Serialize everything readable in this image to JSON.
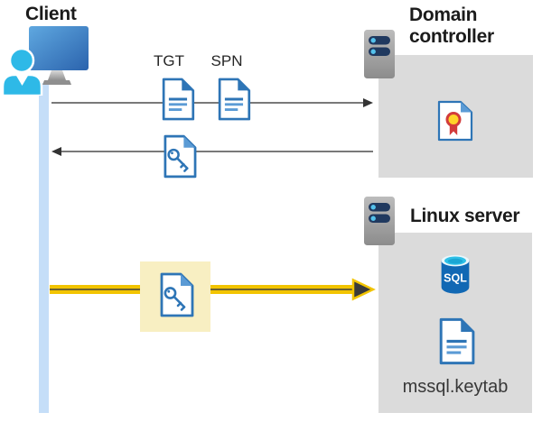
{
  "client": {
    "label": "Client"
  },
  "domain_controller": {
    "label": "Domain controller"
  },
  "linux_server": {
    "label": "Linux server",
    "sql_badge": "SQL",
    "keytab_label": "mssql.keytab"
  },
  "tickets": {
    "tgt_label": "TGT",
    "spn_label": "SPN"
  },
  "icons": [
    "client-computer-icon",
    "domain-controller-server-icon",
    "linux-server-icon",
    "tgt-ticket-icon",
    "spn-ticket-icon",
    "key-ticket-icon",
    "highlighted-key-ticket-icon",
    "certificate-icon",
    "sql-database-icon",
    "keytab-file-icon"
  ],
  "colors": {
    "doc_blue": "#2E75B6",
    "doc_light_blue": "#5B9BD5",
    "timeline_blue": "#C5DEF8",
    "panel_gray": "#DBDBDB",
    "highlight_yellow": "#F8EFC2",
    "arrow_yellow": "#F2C400",
    "arrow_gray": "#4D4D4D",
    "sql_blue": "#1168B4",
    "person_cyan": "#2EB9E7",
    "cert_red": "#D23B3B",
    "cert_gold": "#FFD42A"
  }
}
